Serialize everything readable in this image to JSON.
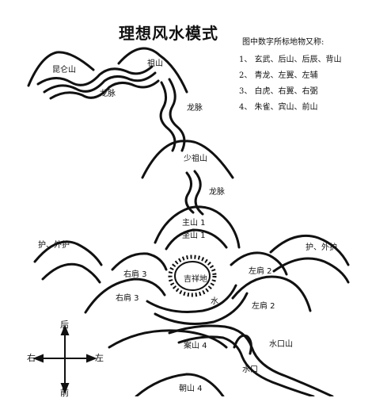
{
  "title": "理想风水模式",
  "legend": {
    "heading": "图中数字所标地物又称:",
    "items": [
      "1、 玄武、后山、后辰、背山",
      "2、 青龙、左翼、左辅",
      "3、 白虎、右翼、右弼",
      "4、 朱雀、宾山、前山"
    ]
  },
  "labels": {
    "kunlun": "昆仑山",
    "zushan": "祖山",
    "longmai": "龙脉",
    "shaozushan": "少祖山",
    "zhushan": "主山 1",
    "zuoshan": "坐山 1",
    "hu_left": "护、外护",
    "hu_right": "护、外护",
    "youjian_upper": "右肩 3",
    "youjian_lower": "右肩 3",
    "zuojian_upper": "左肩 2",
    "zuojian_lower": "左肩 2",
    "jixiangdi": "吉祥地",
    "shui": "水",
    "anshan": "案山 4",
    "shuikoushan": "水口山",
    "shuikou": "水口",
    "chaoshan": "朝山 4"
  },
  "compass": {
    "back": "后",
    "front": "前",
    "left": "左",
    "right": "右"
  }
}
